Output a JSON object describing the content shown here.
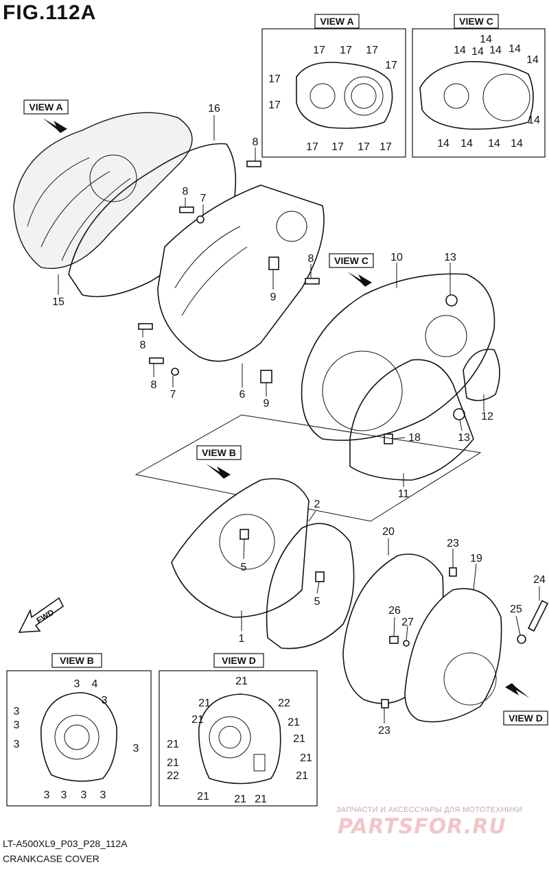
{
  "figure": {
    "title": "FIG.112A",
    "code": "LT-A500XL9_P03_P28_112A",
    "name": "CRANKCASE COVER"
  },
  "views": {
    "a": "VIEW A",
    "b": "VIEW B",
    "c": "VIEW C",
    "d": "VIEW D"
  },
  "fwd": "FWD",
  "watermark": {
    "caption": "ЗАПЧАСТИ И АКСЕССУАРЫ ДЛЯ МОТОТЕХНИКИ",
    "logo": "PARTSFOR.RU"
  },
  "part_numbers": [
    "1",
    "2",
    "3",
    "4",
    "5",
    "6",
    "7",
    "8",
    "9",
    "10",
    "11",
    "12",
    "13",
    "14",
    "15",
    "16",
    "17",
    "18",
    "19",
    "20",
    "21",
    "22",
    "23",
    "24",
    "25",
    "26",
    "27"
  ]
}
